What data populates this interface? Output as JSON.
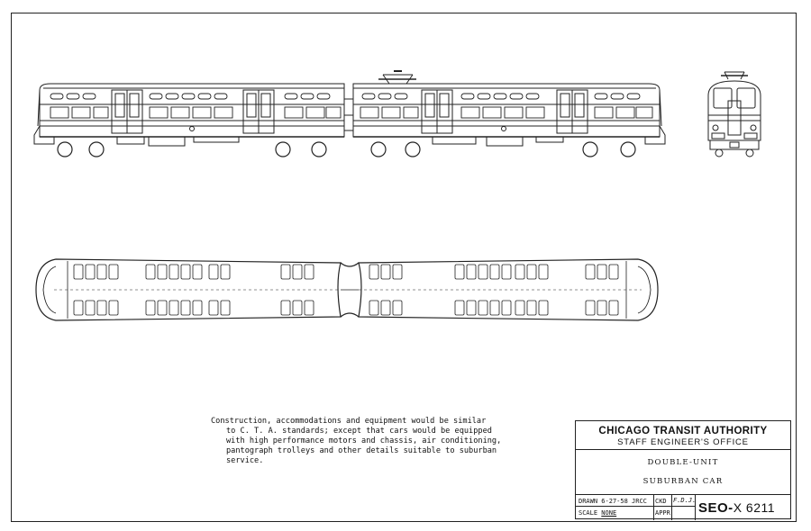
{
  "note": {
    "lines": [
      "Construction, accommodations and equipment would be similar",
      "to C. T. A. standards; except that cars would be equipped",
      "with high performance motors and chassis, air conditioning,",
      "pantograph trolleys and other details suitable to suburban",
      "service."
    ]
  },
  "title_block": {
    "organization": "CHICAGO TRANSIT AUTHORITY",
    "office": "STAFF ENGINEER'S OFFICE",
    "title_line_1": "DOUBLE-UNIT",
    "title_line_2": "SUBURBAN CAR",
    "drawn_label": "DRAWN",
    "drawn_value": "6-27-58 JRCC",
    "checked_label": "CKD",
    "checked_value": "F.D.J.",
    "scale_label": "SCALE",
    "scale_value": "NONE",
    "approved_label": "APPR",
    "approved_value": "",
    "drawing_prefix": "SEO-",
    "drawing_number": "X 6211"
  },
  "colors": {
    "line": "#222222",
    "paper": "#ffffff"
  }
}
